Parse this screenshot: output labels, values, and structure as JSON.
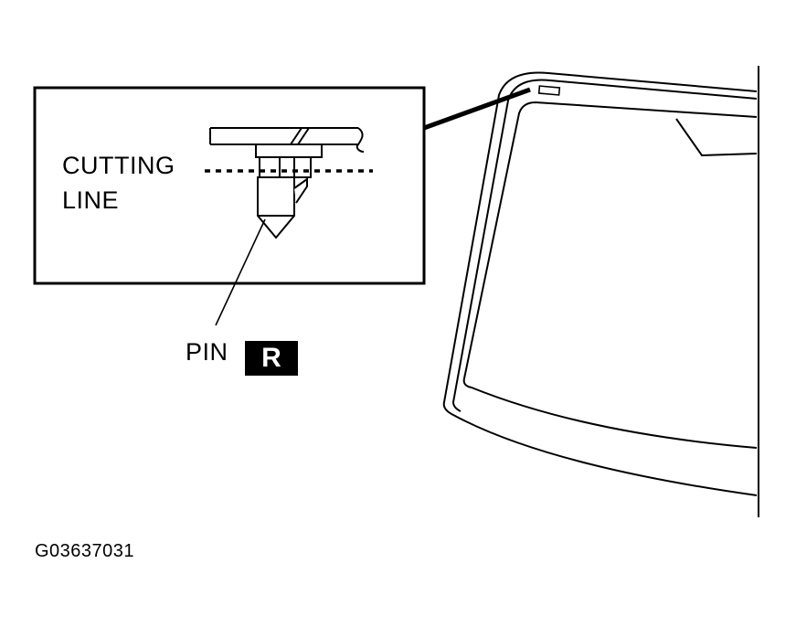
{
  "labels": {
    "cutting_line_1": "CUTTING",
    "cutting_line_2": "LINE",
    "pin": "PIN",
    "badge": "R"
  },
  "figure_id": "G03637031",
  "colors": {
    "ink": "#000000",
    "paper": "#ffffff"
  }
}
